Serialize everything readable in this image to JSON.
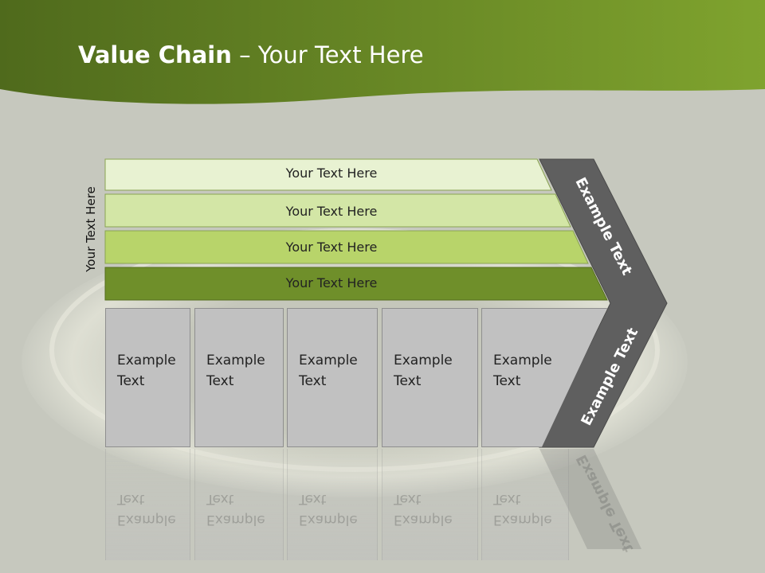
{
  "title": {
    "bold": "Value Chain",
    "rest": " – Your Text Here"
  },
  "side_label": "Your Text Here",
  "bars": [
    {
      "label": "Your Text Here",
      "color": "#e8f2d2"
    },
    {
      "label": "Your Text Here",
      "color": "#d3e6a6"
    },
    {
      "label": "Your Text Here",
      "color": "#b8d46a"
    },
    {
      "label": "Your Text Here",
      "color": "#6f8f2a"
    }
  ],
  "boxes": [
    {
      "line1": "Example",
      "line2": "Text"
    },
    {
      "line1": "Example",
      "line2": "Text"
    },
    {
      "line1": "Example",
      "line2": "Text"
    },
    {
      "line1": "Example",
      "line2": "Text"
    },
    {
      "line1": "Example",
      "line2": "Text"
    }
  ],
  "chevron_upper": "Example Text",
  "chevron_lower": "Example Text",
  "colors": {
    "header_green": "#6c8c25",
    "chevron": "#5f5f5f",
    "box": "#c1c1c1"
  }
}
